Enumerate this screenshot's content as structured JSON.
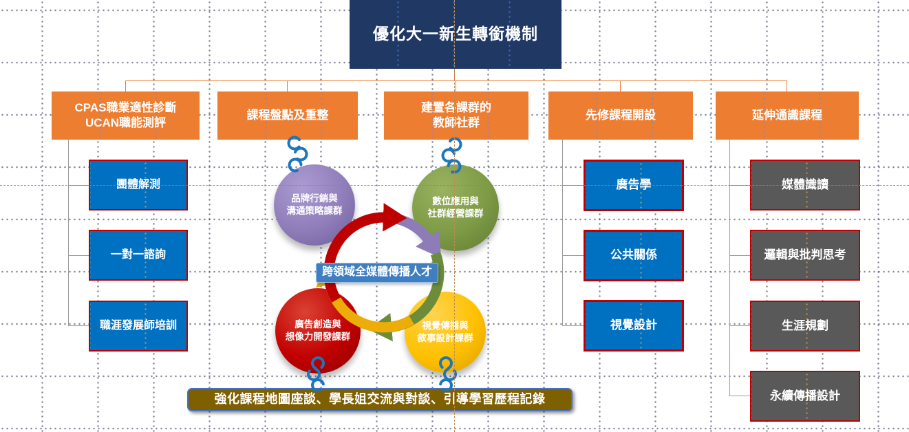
{
  "title": {
    "text": "優化大一新生轉銜機制"
  },
  "pillars": [
    {
      "lines": [
        "CPAS職業適性診斷",
        "UCAN職能測評"
      ]
    },
    {
      "lines": [
        "課程盤點及重整"
      ]
    },
    {
      "lines": [
        "建置各課群的",
        "教師社群"
      ]
    },
    {
      "lines": [
        "先修課程開設"
      ]
    },
    {
      "lines": [
        "延伸通識課程"
      ]
    }
  ],
  "column1": {
    "items": [
      "團體解測",
      "一對一諮詢",
      "職涯發展師培訓"
    ]
  },
  "column4": {
    "items": [
      "廣告學",
      "公共關係",
      "視覺設計"
    ]
  },
  "column5": {
    "items": [
      "媒體識讀",
      "邏輯與批判思考",
      "生涯規劃",
      "永續傳播設計"
    ]
  },
  "cycle": {
    "center_label": "跨領域全媒體傳播人才",
    "nodes": [
      {
        "id": "brand",
        "lines": [
          "品牌行銷與",
          "溝通策略課群"
        ],
        "color": "#8F7DBA"
      },
      {
        "id": "digital",
        "lines": [
          "數位應用與",
          "社群經營課群"
        ],
        "color": "#7D9A45"
      },
      {
        "id": "ad",
        "lines": [
          "廣告創造與",
          "想像力開發課群"
        ],
        "color": "#C00000"
      },
      {
        "id": "visual",
        "lines": [
          "視覺傳播與",
          "敘事設計課群"
        ],
        "color": "#FFC000"
      }
    ]
  },
  "footer": {
    "text": "強化課程地圖座談、學長姐交流與對談、引導學習歷程記錄"
  },
  "colors": {
    "title_bg": "#1F3864",
    "pillar_bg": "#ED7D31",
    "course_box_bg": "#0070C0",
    "course_box_border": "#C00000",
    "general_box_bg": "#595959",
    "footer_bg": "#7F6000",
    "footer_border": "#4472C4",
    "center_pill_bg": "#3E7EC1",
    "chain_blue": "#1C76BC",
    "connector_gray": "#9A9A9A"
  }
}
